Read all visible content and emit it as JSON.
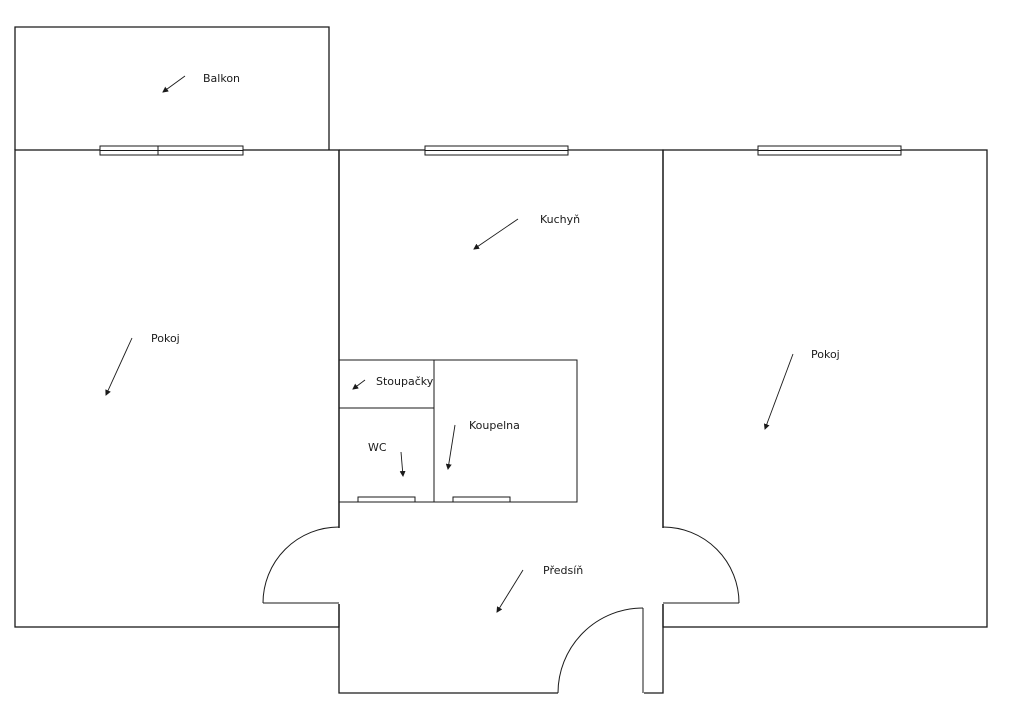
{
  "rooms": {
    "balkon": "Balkon",
    "pokoj_left": "Pokoj",
    "kuchyn": "Kuchyň",
    "stoupacky": "Stoupačky",
    "wc": "WC",
    "koupelna": "Koupelna",
    "predsin": "Předsíň",
    "pokoj_right": "Pokoj"
  }
}
